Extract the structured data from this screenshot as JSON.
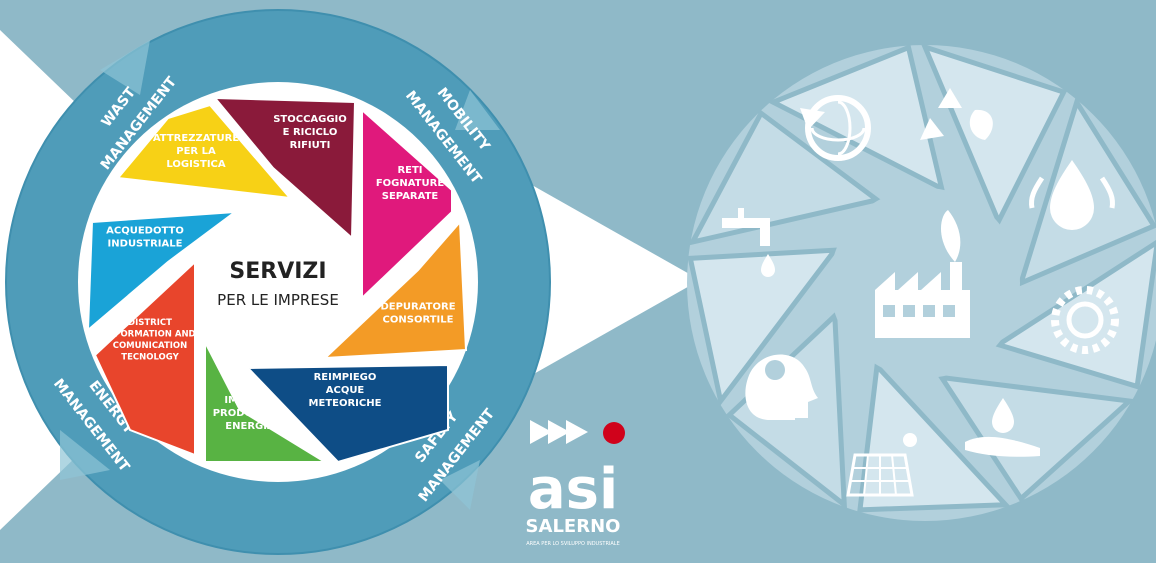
{
  "center": {
    "line1": "SERVIZI",
    "line2": "PER LE IMPRESE"
  },
  "ring_labels": {
    "wast": [
      "WAST",
      "MANAGEMENT"
    ],
    "mobility": [
      "MOBILITY",
      "MANAGEMENT"
    ],
    "energy": [
      "ENERGY",
      "MANAGEMENT"
    ],
    "safety": [
      "SAFETY",
      "MANAGEMENT"
    ]
  },
  "segments": [
    {
      "id": "stoccaggio",
      "color": "#8a1a3a",
      "lines": [
        "STOCCAGGIO",
        "E RICICLO",
        "RIFIUTI"
      ]
    },
    {
      "id": "reti",
      "color": "#e0197c",
      "lines": [
        "RETI",
        "FOGNATURE",
        "SEPARATE"
      ]
    },
    {
      "id": "depuratore",
      "color": "#f39b26",
      "lines": [
        "DEPURATORE",
        "CONSORTILE"
      ]
    },
    {
      "id": "reimpiego",
      "color": "#0e4d86",
      "lines": [
        "REIMPIEGO",
        "ACQUE",
        "METEORICHE"
      ]
    },
    {
      "id": "impianti",
      "color": "#58b343",
      "lines": [
        "IMPIANTI",
        "PRODUZIONE",
        "ENERGIA"
      ]
    },
    {
      "id": "district",
      "color": "#e8452c",
      "lines": [
        "DISTRICT",
        "INFORMATION AND",
        "COMUNICATION",
        "TECNOLOGY"
      ]
    },
    {
      "id": "acquedotto",
      "color": "#1aa3d7",
      "lines": [
        "ACQUEDOTTO",
        "INDUSTRIALE"
      ]
    },
    {
      "id": "attrezzature",
      "color": "#f7d116",
      "lines": [
        "ATTREZZATURE",
        "PER LA",
        "LOGISTICA"
      ]
    }
  ],
  "logo": {
    "name": "asi",
    "city": "SALERNO",
    "tagline": "AREA PER LO SVILUPPO INDUSTRIALE",
    "dot_color": "#d0021b"
  },
  "right_icons": [
    "globe-recycle-icon",
    "recycle-leaf-icon",
    "water-drops-icon",
    "sun-flower-icon",
    "hand-water-drop-icon",
    "solar-panel-icon",
    "head-globe-icon",
    "faucet-drop-icon",
    "factory-leaf-icon"
  ]
}
